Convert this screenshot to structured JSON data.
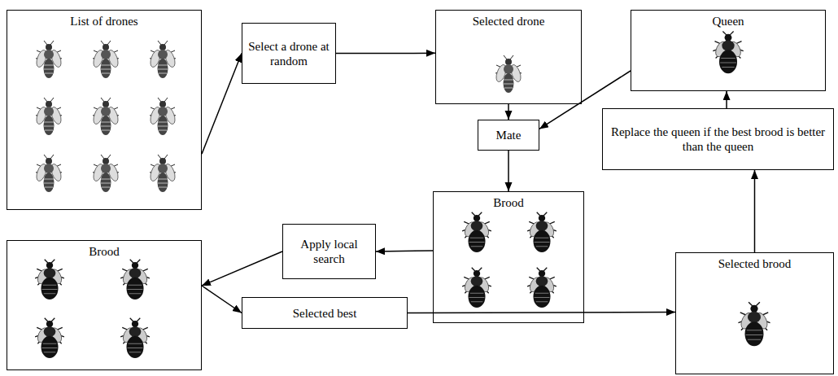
{
  "diagram": {
    "nodes": [
      {
        "text": [
          "List of drones"
        ]
      },
      {
        "text": [
          "Select a drone at random"
        ]
      },
      {
        "text": [
          "Selected drone"
        ]
      },
      {
        "text": [
          "Queen"
        ]
      },
      {
        "text": [
          "Mate"
        ]
      },
      {
        "text": [
          "Replace the queen if the best brood is better than the queen"
        ]
      },
      {
        "text": [
          "Brood"
        ]
      },
      {
        "text": [
          "Brood"
        ]
      },
      {
        "text": [
          "Apply local search"
        ]
      },
      {
        "text": [
          "Selected best"
        ]
      },
      {
        "text": [
          "Selected brood"
        ]
      }
    ],
    "edges": [
      {
        "from": 0,
        "to": 1,
        "arrow": "to"
      },
      {
        "from": 1,
        "to": 2,
        "arrow": "to"
      },
      {
        "from": 2,
        "to": 4,
        "arrow": "to"
      },
      {
        "from": 3,
        "to": 4,
        "arrow": "to"
      },
      {
        "from": 4,
        "to": 6,
        "arrow": "to"
      },
      {
        "from": 6,
        "to": 8,
        "arrow": "to"
      },
      {
        "from": 8,
        "to": 7,
        "arrow": "to"
      },
      {
        "from": 7,
        "to": 9,
        "arrow": "to"
      },
      {
        "from": 9,
        "to": 10,
        "arrow": "to"
      },
      {
        "from": 10,
        "to": 5,
        "arrow": "to"
      },
      {
        "from": 5,
        "to": 3,
        "arrow": "to"
      }
    ]
  }
}
